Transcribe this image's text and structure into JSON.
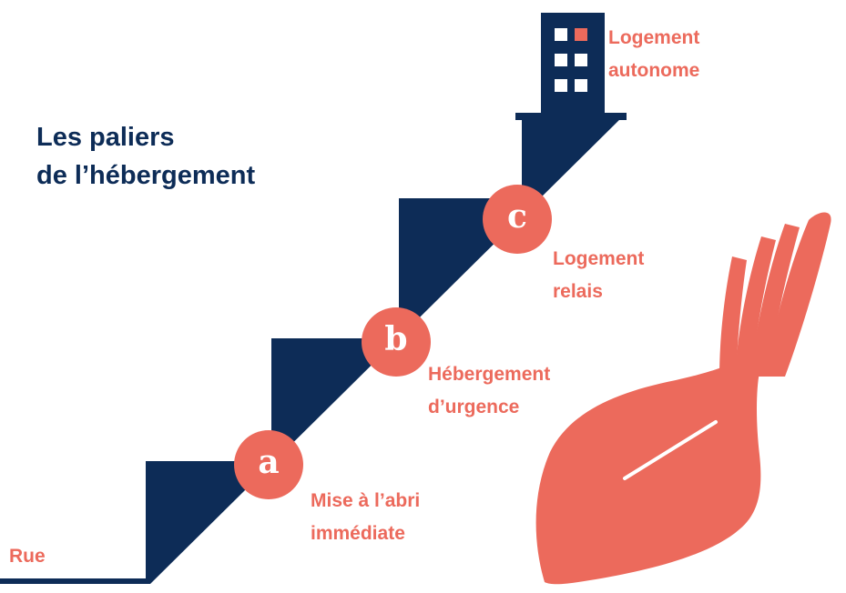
{
  "title": {
    "line1": "Les paliers",
    "line2": "de l’hébergement"
  },
  "start_label": "Rue",
  "steps": [
    {
      "letter": "a",
      "label_line1": "Mise à l’abri",
      "label_line2": "immédiate"
    },
    {
      "letter": "b",
      "label_line1": "Hébergement",
      "label_line2": "d’urgence"
    },
    {
      "letter": "c",
      "label_line1": "Logement",
      "label_line2": "relais"
    }
  ],
  "goal": {
    "label_line1": "Logement",
    "label_line2": "autonome"
  },
  "colors": {
    "navy": "#0d2c57",
    "accent": "#ec6a5c",
    "background": "#ffffff"
  },
  "icons": {
    "building": "building-icon",
    "hand": "open-hand-icon"
  }
}
